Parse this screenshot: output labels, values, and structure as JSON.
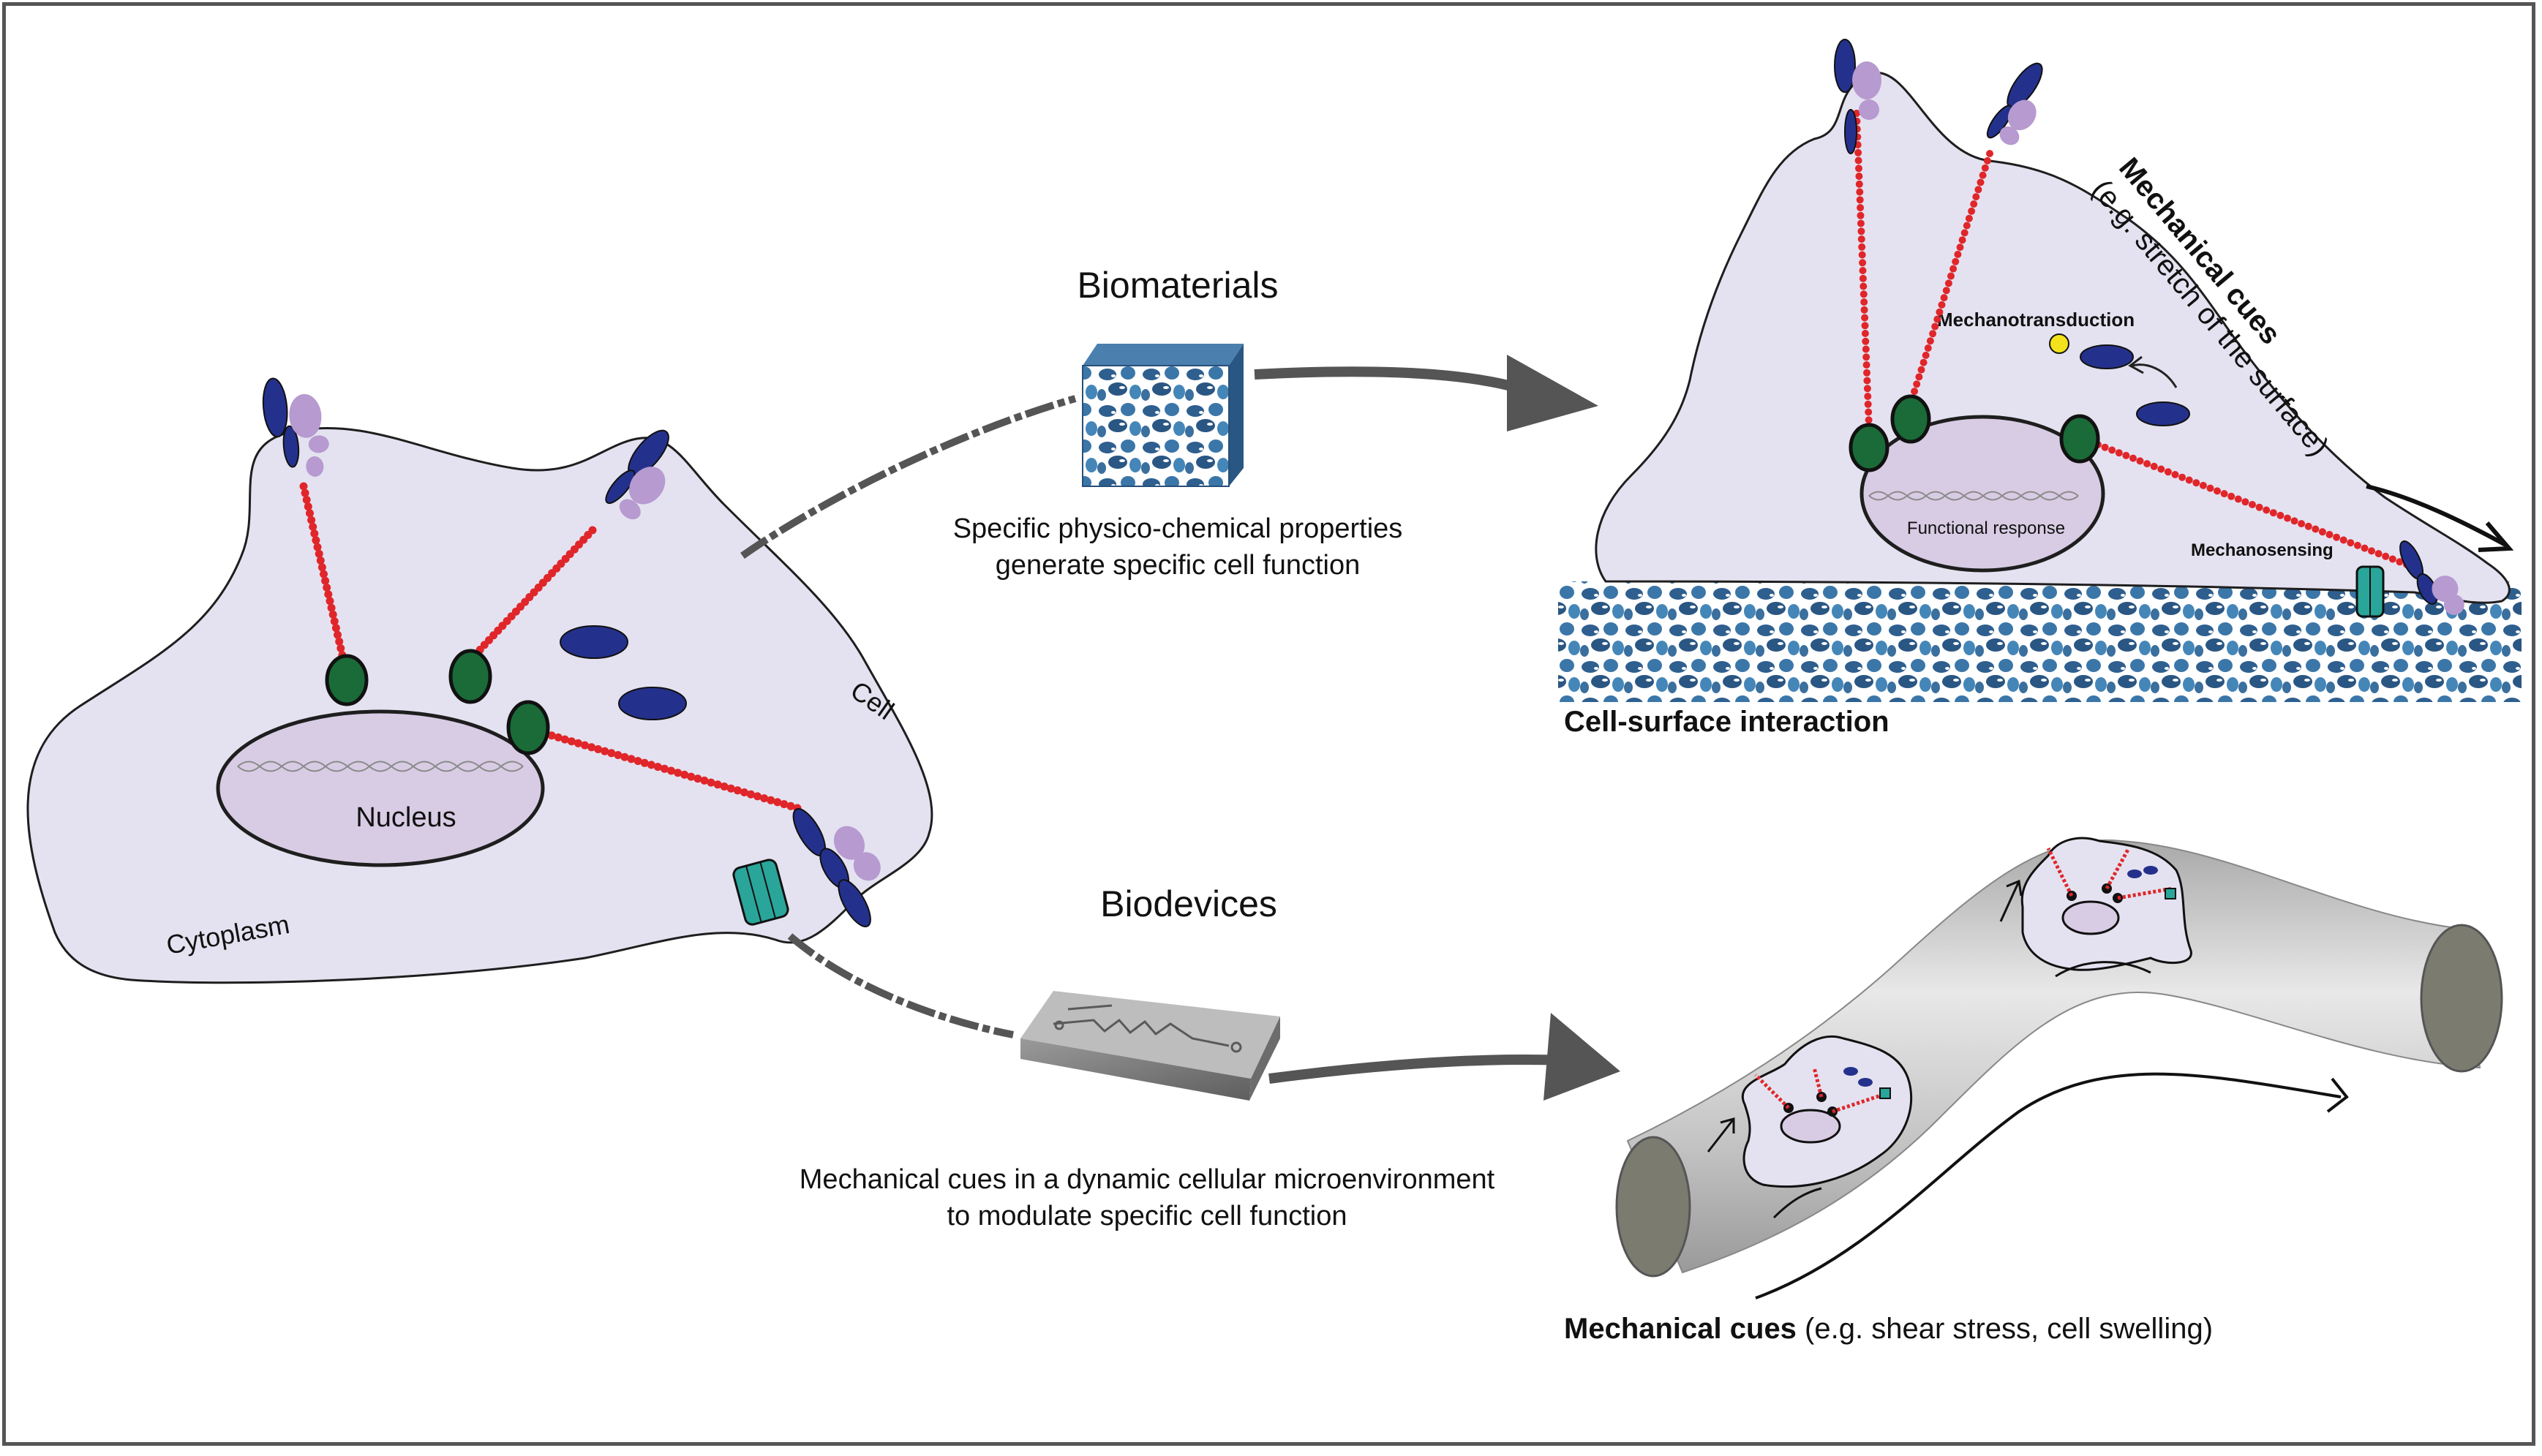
{
  "left_cell": {
    "cell_label": "Cell",
    "cytoplasm_label": "Cytoplasm",
    "nucleus_label": "Nucleus"
  },
  "biomaterials": {
    "title": "Biomaterials",
    "description_line1": "Specific physico-chemical properties",
    "description_line2": "generate specific cell function"
  },
  "biodevices": {
    "title": "Biodevices",
    "description_line1": "Mechanical cues in a dynamic cellular microenvironment",
    "description_line2": "to modulate specific cell function"
  },
  "surface_panel": {
    "mechanical_cues_title": "Mechanical cues",
    "mechanical_cues_example": "(e.g. stretch of the surface)",
    "mechanotransduction_label": "Mechanotransduction",
    "functional_response_label": "Functional response",
    "mechanosensing_label": "Mechanosensing",
    "caption": "Cell-surface interaction"
  },
  "vessel_panel": {
    "caption_bold": "Mechanical cues",
    "caption_rest": " (e.g. shear stress, cell swelling)"
  },
  "colors": {
    "cytoplasm": "#e4e2f0",
    "nucleus": "#d8cce4",
    "linker": "#e0262a",
    "nuclear_anchor": "#1a6b38",
    "integrin": "#24318c",
    "receptor_ligand": "#b69ad0",
    "ion_channel": "#2aa59a",
    "scaffold": "#2e5f8f",
    "tube": "#c8c8c8",
    "arrow": "#555555",
    "signal_dot": "#f4e21c"
  }
}
